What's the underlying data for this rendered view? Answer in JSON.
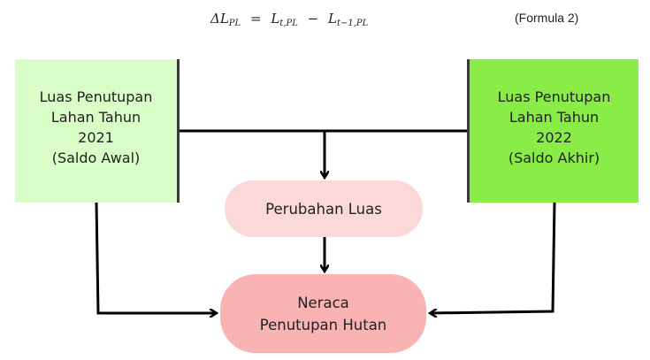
{
  "formula": {
    "delta_symbol": "ΔL",
    "delta_sub": "PL",
    "equals": "=",
    "term1": "L",
    "term1_sub": "t,PL",
    "minus": "−",
    "term2": "L",
    "term2_sub": "t−1,PL",
    "label": "(Formula 2)"
  },
  "nodes": {
    "left": {
      "lines": [
        "Luas Penutupan",
        "Lahan Tahun",
        "2021",
        "(Saldo Awal)"
      ],
      "color": "#d8fdc6"
    },
    "right": {
      "lines": [
        "Luas Penutupan",
        "Lahan Tahun",
        "2022",
        "(Saldo Akhir)"
      ],
      "color": "#89ec47"
    },
    "change": {
      "lines": [
        "Perubahan Luas"
      ],
      "color": "#fcd9d9"
    },
    "balance": {
      "lines": [
        "Neraca",
        "Penutupan Hutan"
      ],
      "color": "#f9b3b3"
    }
  },
  "connector_color": "#000000"
}
